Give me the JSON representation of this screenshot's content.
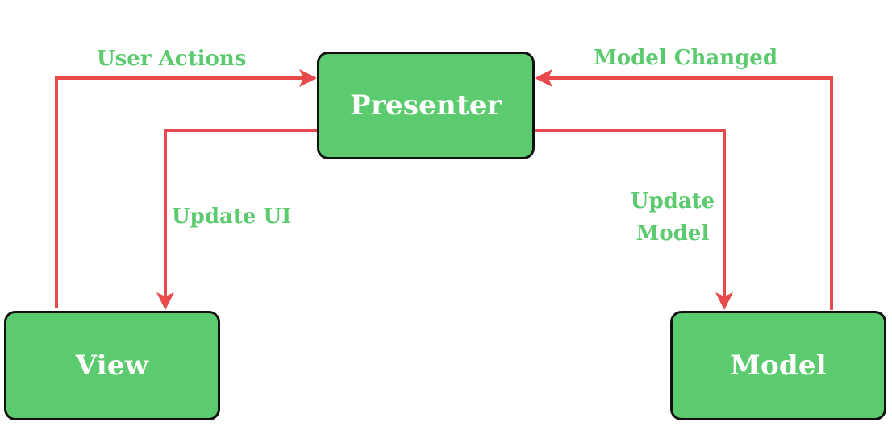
{
  "colors": {
    "node_fill": "#5ccb6f",
    "node_border": "#111111",
    "node_text": "#ffffff",
    "arrow": "#e8494b",
    "label_text": "#5ccb6f"
  },
  "nodes": {
    "presenter": "Presenter",
    "view": "View",
    "model": "Model"
  },
  "edges": {
    "user_actions": "User Actions",
    "update_ui": "Update UI",
    "update_model_line1": "Update",
    "update_model_line2": "Model",
    "model_changed": "Model Changed"
  }
}
